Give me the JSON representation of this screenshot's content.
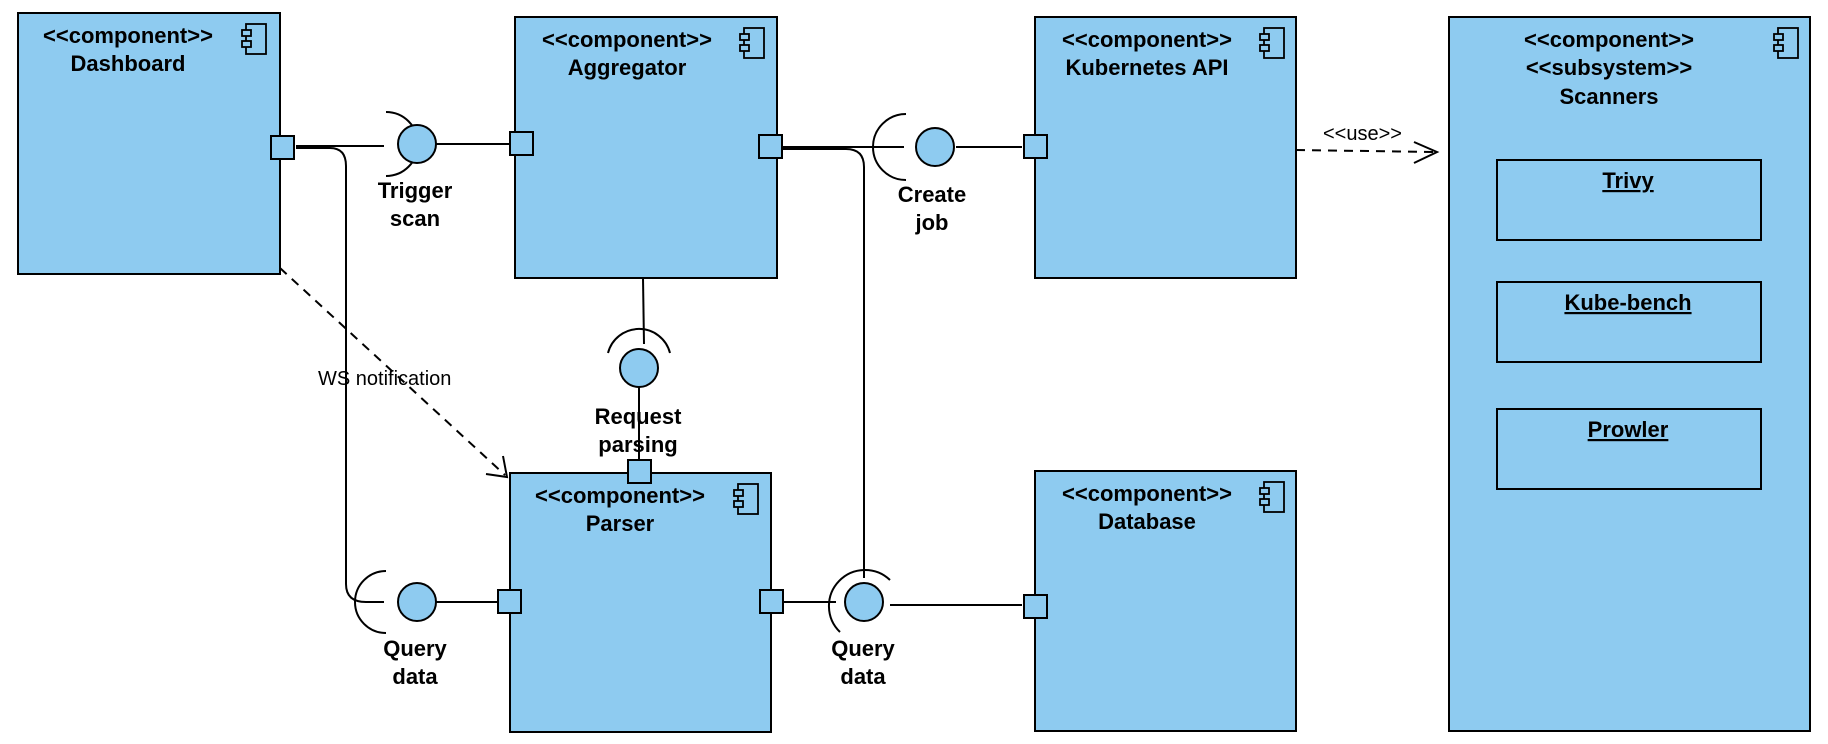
{
  "components": {
    "dashboard": {
      "stereotypes": [
        "<<component>>"
      ],
      "name": "Dashboard"
    },
    "aggregator": {
      "stereotypes": [
        "<<component>>"
      ],
      "name": "Aggregator"
    },
    "kubernetes_api": {
      "stereotypes": [
        "<<component>>"
      ],
      "name": "Kubernetes API"
    },
    "scanners": {
      "stereotypes": [
        "<<component>>",
        "<<subsystem>>"
      ],
      "name": "Scanners",
      "items": [
        "Trivy",
        "Kube-bench",
        "Prowler"
      ]
    },
    "parser": {
      "stereotypes": [
        "<<component>>"
      ],
      "name": "Parser"
    },
    "database": {
      "stereotypes": [
        "<<component>>"
      ],
      "name": "Database"
    }
  },
  "interfaces": {
    "trigger_scan": [
      "Trigger",
      "scan"
    ],
    "create_job": [
      "Create",
      "job"
    ],
    "request_parsing": [
      "Request",
      "parsing"
    ],
    "query_data_left": [
      "Query",
      "data"
    ],
    "query_data_right": [
      "Query",
      "data"
    ]
  },
  "relations": {
    "ws_notification": "WS notification",
    "use": "<<use>>"
  },
  "colors": {
    "fill": "#8ecbf0",
    "stroke": "#000000"
  }
}
